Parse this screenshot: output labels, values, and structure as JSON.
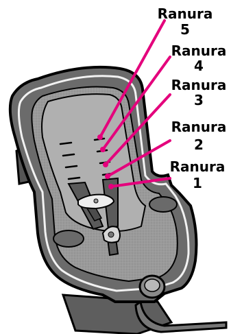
{
  "colors": {
    "leader": "#e4007c",
    "seat_dark": "#6b6b6b",
    "seat_light": "#b4b4b4",
    "seat_mid": "#999999",
    "outline": "#000000"
  },
  "slots": [
    {
      "word": "Ranura",
      "num": "5"
    },
    {
      "word": "Ranura",
      "num": "4"
    },
    {
      "word": "Ranura",
      "num": "3"
    },
    {
      "word": "Ranura",
      "num": "2"
    },
    {
      "word": "Ranura",
      "num": "1"
    }
  ]
}
